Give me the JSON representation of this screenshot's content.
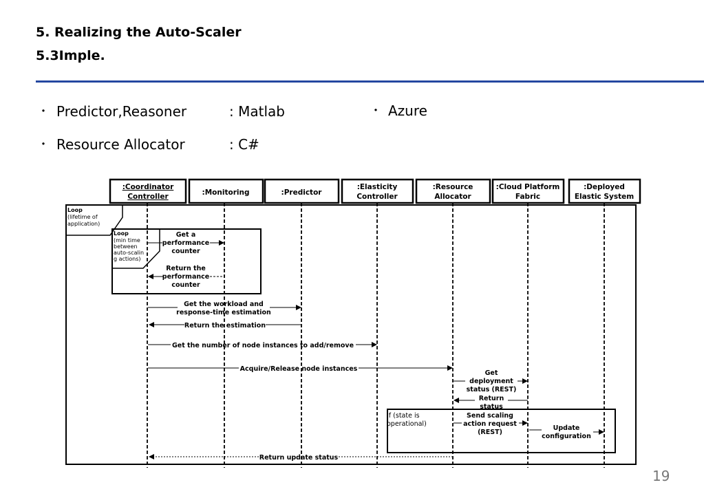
{
  "header": {
    "title": "5. Realizing the Auto-Scaler",
    "subtitle": "5.3Imple."
  },
  "bullets": [
    {
      "marker": "・",
      "label": "Predictor,Reasoner",
      "value": ": Matlab"
    },
    {
      "marker": "・",
      "label": "Resource Allocator",
      "value": ": C#"
    },
    {
      "marker": "・",
      "label": "Azure",
      "value": ""
    }
  ],
  "diagram": {
    "lifelines": [
      {
        "line1": ":Coordinator",
        "line2": "Controller"
      },
      {
        "line1": ":Monitoring",
        "line2": ""
      },
      {
        "line1": ":Predictor",
        "line2": ""
      },
      {
        "line1": ":Elasticity",
        "line2": "Controller"
      },
      {
        "line1": ":Resource",
        "line2": "Allocator"
      },
      {
        "line1": ":Cloud Platform",
        "line2": "Fabric"
      },
      {
        "line1": ":Deployed",
        "line2": "Elastic System"
      }
    ],
    "frames": {
      "outer_loop": [
        "Loop",
        "(lifetime of",
        "application)"
      ],
      "inner_loop": [
        "Loop",
        "(min time",
        "between",
        "auto-scalin",
        "g actions)"
      ],
      "if_frame": [
        "If (state is",
        "operational)"
      ]
    },
    "messages": [
      {
        "lines": [
          "Get a",
          "performance",
          "counter"
        ]
      },
      {
        "lines": [
          "Return the",
          "performance",
          "counter"
        ]
      },
      {
        "lines": [
          "Get the workload and",
          "response-time estimation"
        ]
      },
      {
        "lines": [
          "Return the estimation"
        ]
      },
      {
        "lines": [
          "Get the number of node instances to add/remove"
        ]
      },
      {
        "lines": [
          "Acquire/Release node instances"
        ]
      },
      {
        "lines": [
          "Get",
          "deployment",
          "status (REST)"
        ]
      },
      {
        "lines": [
          "Return",
          "status"
        ]
      },
      {
        "lines": [
          "Send scaling",
          "action request",
          "(REST)"
        ]
      },
      {
        "lines": [
          "Update",
          "configuration"
        ]
      },
      {
        "lines": [
          "Return update status"
        ]
      }
    ]
  },
  "page_number": "19"
}
